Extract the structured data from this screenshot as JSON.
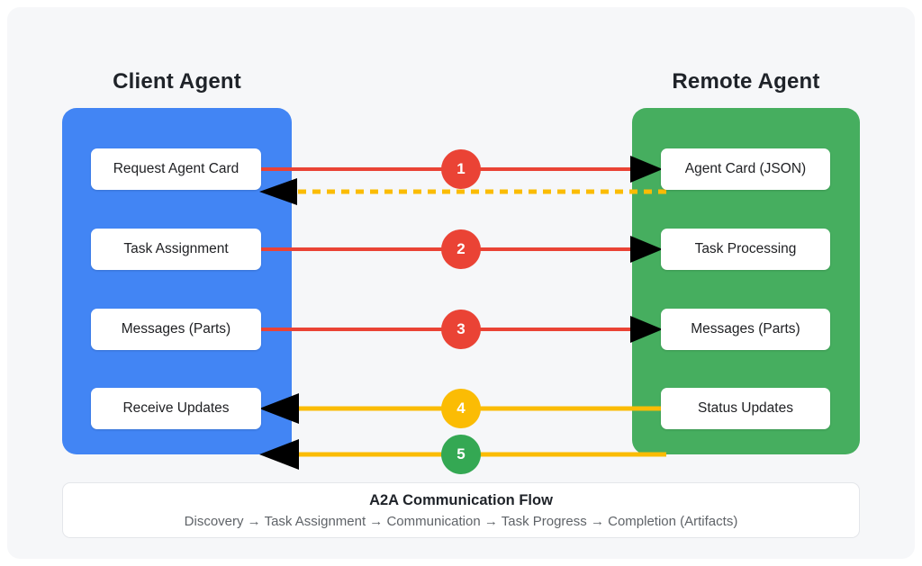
{
  "columns": {
    "client": {
      "title": "Client Agent",
      "color": "#4285f4"
    },
    "remote": {
      "title": "Remote Agent",
      "color": "#46ae5f"
    }
  },
  "steps": [
    {
      "number": "1",
      "left_label": "Request Agent Card",
      "right_label": "Agent Card (JSON)",
      "direction": "left-to-right",
      "line_color": "#ea4335",
      "badge_color": "#ea4335",
      "style": "solid"
    },
    {
      "number": "",
      "left_label": "",
      "right_label": "",
      "direction": "right-to-left",
      "line_color": "#fbbc04",
      "badge_color": "",
      "style": "dashed"
    },
    {
      "number": "2",
      "left_label": "Task Assignment",
      "right_label": "Task Processing",
      "direction": "left-to-right",
      "line_color": "#ea4335",
      "badge_color": "#ea4335",
      "style": "solid"
    },
    {
      "number": "3",
      "left_label": "Messages (Parts)",
      "right_label": "Messages (Parts)",
      "direction": "left-to-right",
      "line_color": "#ea4335",
      "badge_color": "#ea4335",
      "style": "solid"
    },
    {
      "number": "4",
      "left_label": "Receive Updates",
      "right_label": "Status Updates",
      "direction": "right-to-left",
      "line_color": "#fbbc04",
      "badge_color": "#fbbc04",
      "style": "solid"
    },
    {
      "number": "5",
      "left_label": "",
      "right_label": "",
      "direction": "right-to-left",
      "line_color": "#fbbc04",
      "badge_color": "#34a853",
      "style": "solid"
    }
  ],
  "footer": {
    "title": "A2A Communication Flow",
    "subtitle": "Discovery → Task Assignment → Communication → Task Progress → Completion (Artifacts)"
  }
}
